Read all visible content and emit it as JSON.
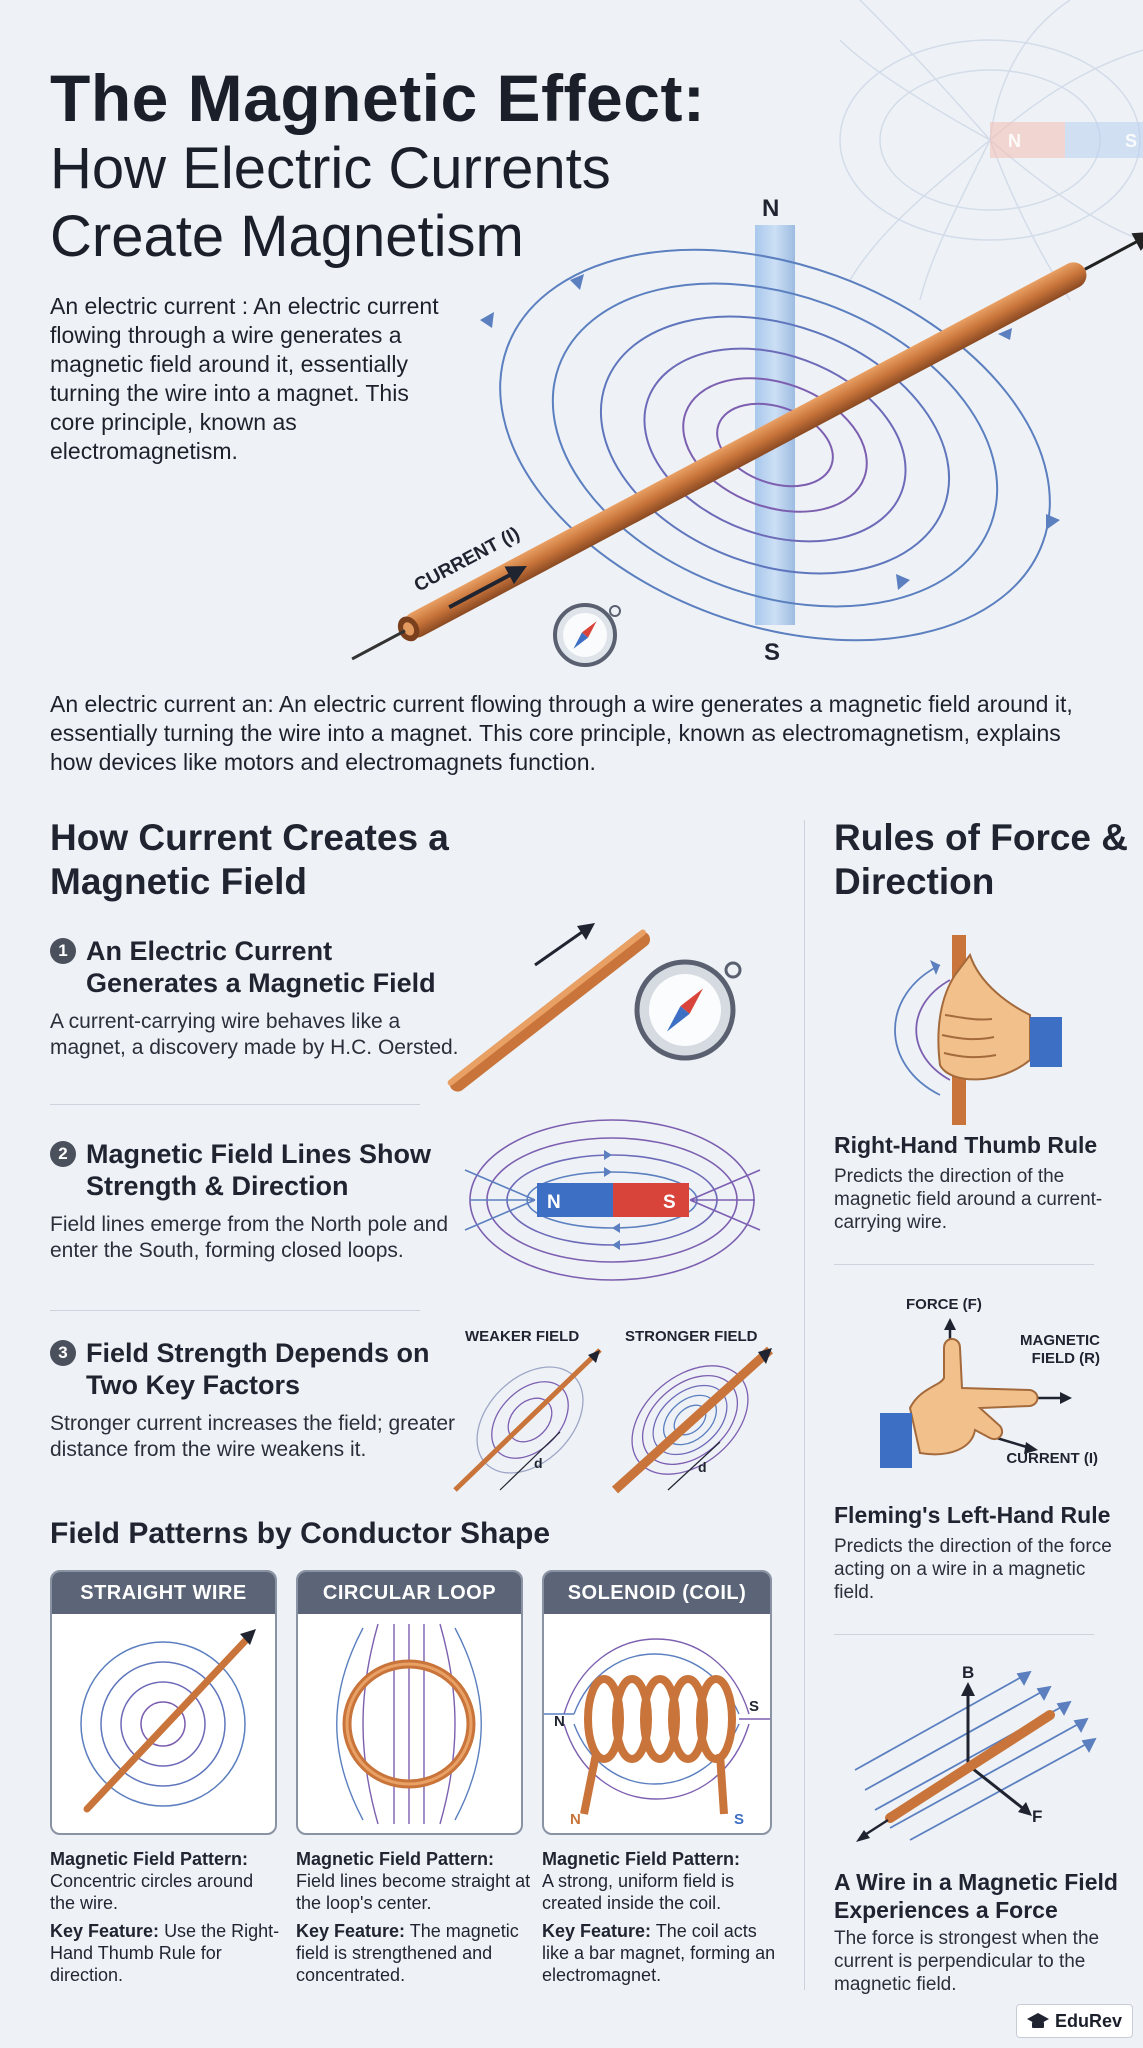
{
  "header": {
    "title_main": "The Magnetic Effect:",
    "title_sub": "How Electric Currents Create Magnetism"
  },
  "intro": {
    "short": "An electric current : An electric current flowing through a wire generates a magnetic field around it, essentially turning the wire into a magnet. This core principle, known as electromagnetism.",
    "long": "An electric current an: An electric current flowing through a wire generates a magnetic field around it, essentially turning the wire into a magnet. This core principle, known as electromagnetism, explains how devices like motors and electromagnets function."
  },
  "hero": {
    "current_label": "CURRENT (I)",
    "pole_n": "N",
    "pole_s": "S",
    "bg_pole_n": "N",
    "bg_pole_s": "S"
  },
  "left_section": {
    "title": "How Current Creates a Magnetic Field",
    "items": [
      {
        "num": "1",
        "title": "An Electric Current Generates a Magnetic Field",
        "body": "A current-carrying wire behaves like a magnet, a discovery made by H.C. Oersted."
      },
      {
        "num": "2",
        "title": "Magnetic Field Lines Show Strength & Direction",
        "body": "Field lines emerge from the North pole and enter the South, forming closed loops."
      },
      {
        "num": "3",
        "title": "Field Strength Depends on Two Key Factors",
        "body": "Stronger current increases the field; greater distance from the wire weakens it."
      }
    ],
    "magnet_n": "N",
    "magnet_s": "S",
    "weaker_label": "WEAKER FIELD",
    "stronger_label": "STRONGER FIELD",
    "distance_label": "d"
  },
  "patterns": {
    "title": "Field Patterns by Conductor Shape",
    "cards": [
      {
        "head": "STRAIGHT WIRE",
        "pattern_label": "Magnetic Field Pattern:",
        "pattern": "Concentric circles around the wire.",
        "feature_label": "Key Feature:",
        "feature": "Use the Right-Hand Thumb Rule for direction."
      },
      {
        "head": "CIRCULAR LOOP",
        "pattern_label": "Magnetic Field Pattern:",
        "pattern": "Field lines become straight at the loop's center.",
        "feature_label": "Key Feature:",
        "feature": "The magnetic field is strengthened and concentrated."
      },
      {
        "head": "SOLENOID (COIL)",
        "pattern_label": "Magnetic Field Pattern:",
        "pattern": "A strong, uniform field is created inside the coil.",
        "feature_label": "Key Feature:",
        "feature": "The coil acts like a bar magnet, forming an electromagnet."
      }
    ],
    "coil_n": "N",
    "coil_s": "S",
    "coil_n2": "N",
    "coil_s2": "S"
  },
  "right_section": {
    "title": "Rules of Force & Direction",
    "rules": [
      {
        "title": "Right-Hand Thumb Rule",
        "body": "Predicts the direction of the magnetic field around a current-carrying wire."
      },
      {
        "title": "Fleming's Left-Hand Rule",
        "body": "Predicts the direction of the force acting on a wire in a magnetic field."
      },
      {
        "title": "A Wire in a Magnetic Field Experiences a Force",
        "body": "The force is strongest when the current is perpendicular to the magnetic field."
      }
    ],
    "force_label": "FORCE (F)",
    "field_label": "MAGNETIC FIELD (R)",
    "current_label": "CURRENT (I)",
    "b_label": "B",
    "f_label": "F"
  },
  "brand": {
    "name": "EduRev"
  },
  "colors": {
    "copper": "#c8743a",
    "field_blue": "#5b7fbf",
    "field_purple": "#7d5fb0",
    "north_blue": "#3d6fc4",
    "south_red": "#d9443a"
  }
}
